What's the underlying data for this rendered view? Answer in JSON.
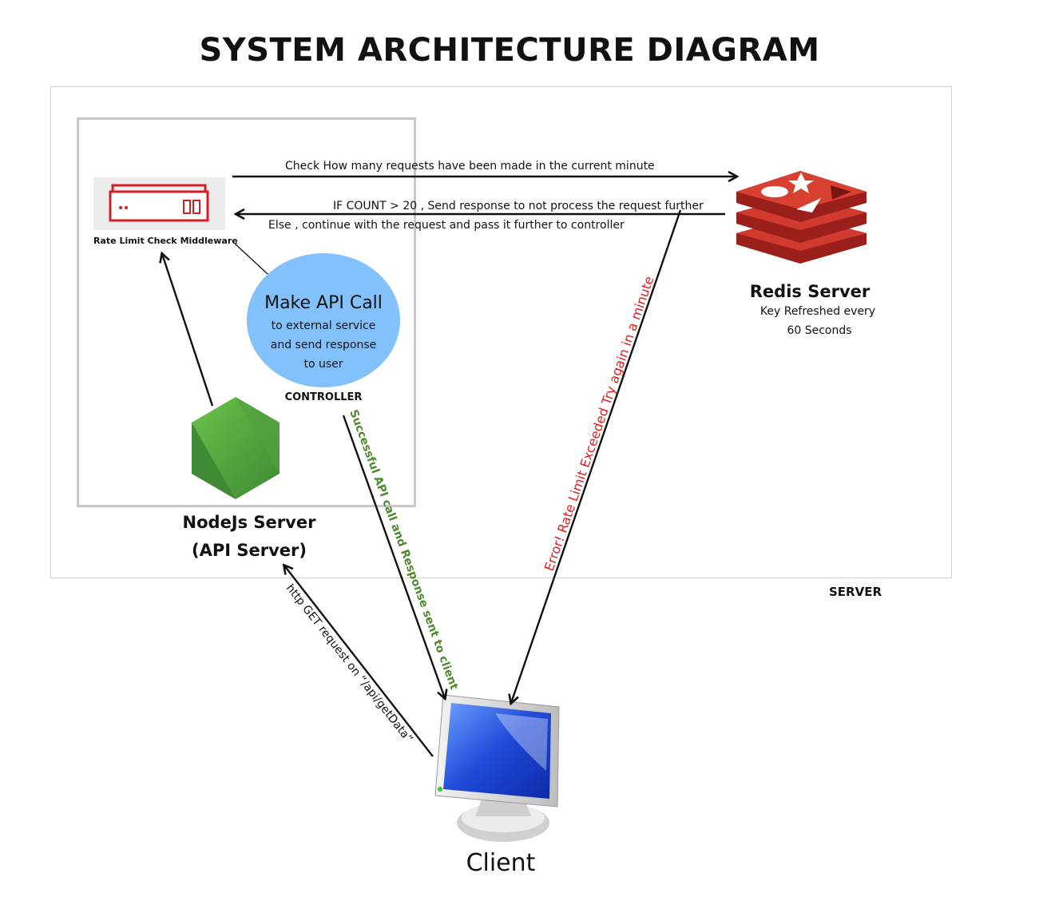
{
  "title": "SYSTEM ARCHITECTURE DIAGRAM",
  "server_label": "SERVER",
  "middleware": {
    "label": "Rate Limit Check Middleware"
  },
  "controller": {
    "heading": "Make API Call",
    "line1": "to external service",
    "line2": "and send response",
    "line3": "to user",
    "label": "CONTROLLER"
  },
  "node": {
    "line1": "NodeJs Server",
    "line2": "(API Server)"
  },
  "redis": {
    "title": "Redis Server",
    "line1": "Key Refreshed every",
    "line2": "60 Seconds"
  },
  "client": {
    "label": "Client"
  },
  "arrows": {
    "check": "Check How many requests have been made in the current minute",
    "count": "IF COUNT > 20 , Send response to not process the request further",
    "else": "Else , continue with the request and pass it further to controller",
    "success": "Successful API call and Response sent to client",
    "error": "Error! Rate Limit Exceeded Try again in a minute",
    "http_get": "http GET request on “/api/getData”"
  },
  "colors": {
    "success_text": "#4e8a2e",
    "error_text": "#e02020",
    "redis_red": "#c62f2a",
    "controller_blue": "#82c1fb",
    "node_green": "#5a9e44"
  },
  "icons": {
    "middleware": "server-rack-icon",
    "redis": "redis-logo-icon",
    "node": "nodejs-hexagon-icon",
    "client": "computer-monitor-icon"
  }
}
